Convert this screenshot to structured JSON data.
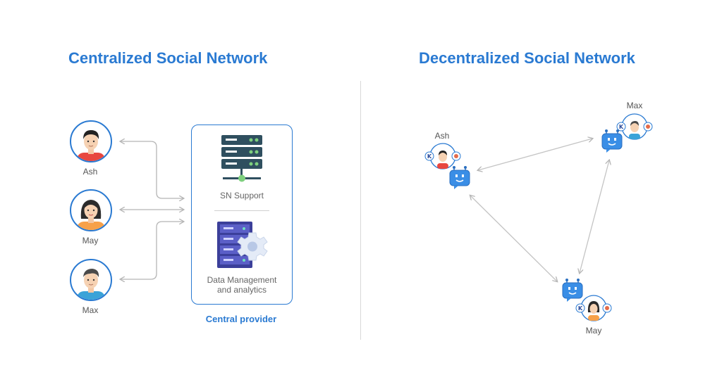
{
  "titles": {
    "centralized": "Centralized Social Network",
    "decentralized": "Decentralized Social Network"
  },
  "centralized": {
    "users": [
      {
        "name": "Ash"
      },
      {
        "name": "May"
      },
      {
        "name": "Max"
      }
    ],
    "provider": {
      "support_label": "SN Support",
      "data_label_line1": "Data Management",
      "data_label_line2": "and analytics",
      "caption": "Central provider"
    }
  },
  "decentralized": {
    "nodes": [
      {
        "name": "Ash"
      },
      {
        "name": "Max"
      },
      {
        "name": "May"
      }
    ]
  },
  "colors": {
    "accent": "#2a7ad2",
    "arrow": "#b5b5b5",
    "bot": "#3a8ee6",
    "server_dark": "#2f4f5f",
    "server_green": "#7ed07e",
    "server_purple": "#5b5fc7"
  }
}
